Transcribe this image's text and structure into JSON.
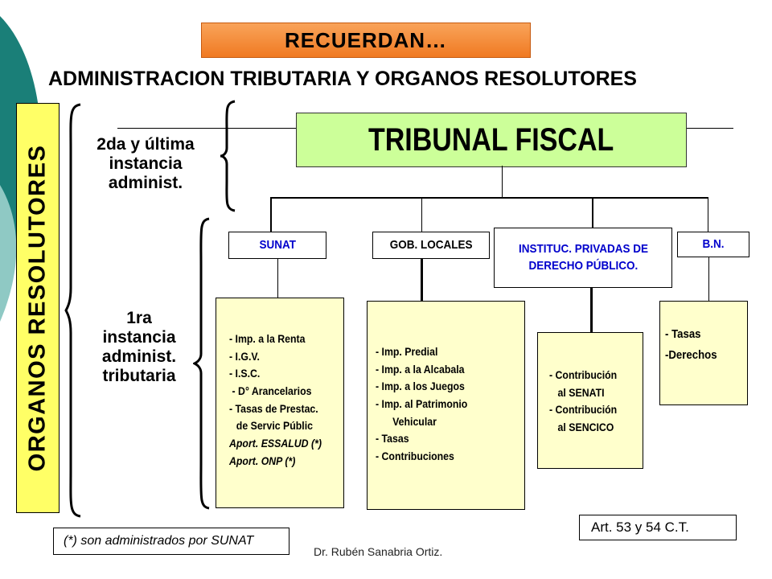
{
  "header": {
    "banner": "RECUERDAN…",
    "subtitle": "ADMINISTRACION TRIBUTARIA Y ORGANOS RESOLUTORES"
  },
  "vertical_label": "ORGANOS RESOLUTORES",
  "instances": {
    "second": [
      "2da y última",
      "instancia",
      "administ."
    ],
    "first": [
      "1ra",
      "instancia",
      "administ.",
      "tributaria"
    ]
  },
  "top_node": "TRIBUNAL FISCAL",
  "nodes": {
    "sunat": "SUNAT",
    "gob_locales": "GOB. LOCALES",
    "instituc": [
      "INSTITUC. PRIVADAS DE",
      "DERECHO PÚBLICO."
    ],
    "bn": "B.N."
  },
  "lists": {
    "sunat": [
      "- Imp. a la Renta",
      "- I.G.V.",
      "- I.S.C.",
      "- D° Arancelarios",
      "- Tasas de Prestac.",
      "de Servic Públic",
      "Aport. ESSALUD (*)",
      "Aport. ONP (*)"
    ],
    "gob_locales": [
      "-  Imp. Predial",
      "-  Imp. a la Alcabala",
      "-  Imp. a los Juegos",
      "-  Imp. al Patrimonio",
      "Vehicular",
      "-  Tasas",
      "-  Contribuciones"
    ],
    "instituc": [
      "- Contribución",
      "al SENATI",
      "- Contribución",
      "al SENCICO"
    ],
    "bn": [
      "- Tasas",
      "-Derechos"
    ]
  },
  "footnote": "(*) son administrados por SUNAT",
  "article": "Art. 53 y 54 C.T.",
  "author": "Dr. Rubén Sanabria Ortiz."
}
